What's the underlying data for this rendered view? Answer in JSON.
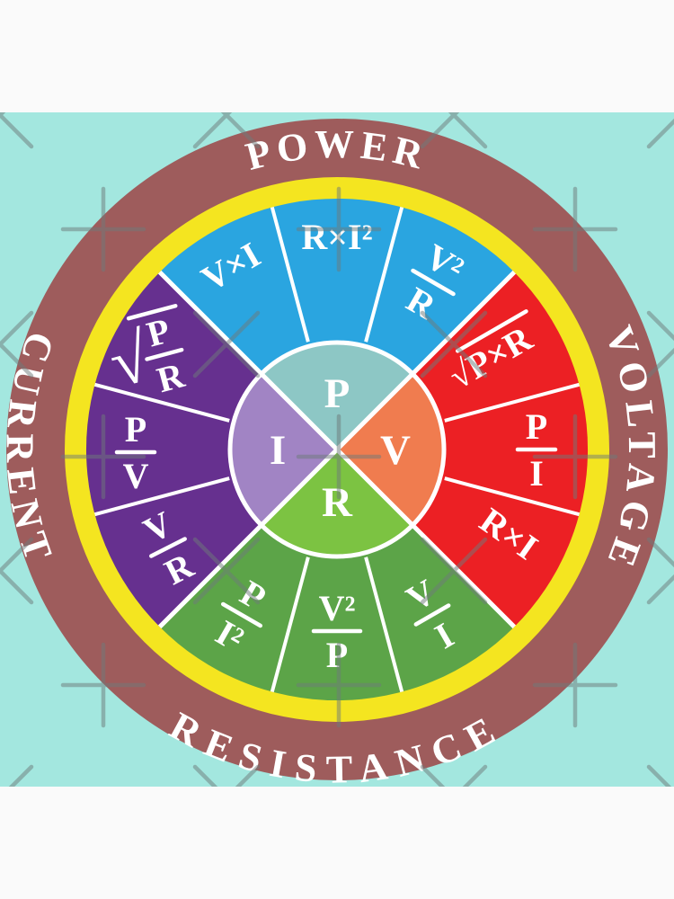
{
  "ring_labels": {
    "top": "POWER",
    "right": "VOLTAGE",
    "bottom": "RESISTANCE",
    "left": "CURRENT"
  },
  "center_letters": {
    "power": "P",
    "voltage": "V",
    "resistance": "R",
    "current": "I"
  },
  "formulas": {
    "power": {
      "left": "V×I",
      "middle": "R×I²",
      "right": {
        "num": "V²",
        "den": "R"
      }
    },
    "voltage": {
      "top": "√P×R",
      "middle": {
        "num": "P",
        "den": "I"
      },
      "bottom": "R×I"
    },
    "resistance": {
      "right": {
        "num": "V",
        "den": "I"
      },
      "middle": {
        "num": "V²",
        "den": "P"
      },
      "left": {
        "num": "P",
        "den": "I²"
      }
    },
    "current": {
      "top": {
        "sign": "√",
        "num": "P",
        "den": "R"
      },
      "middle": {
        "num": "P",
        "den": "V"
      },
      "bottom": {
        "num": "V",
        "den": "R"
      }
    }
  },
  "colors": {
    "page_band": "#fafafa",
    "background": "#a3e7df",
    "outer_ring": "#9e5c5c",
    "yellow_band": "#f4e520",
    "power_quadrant": "#2aa5e0",
    "voltage_quadrant": "#ec2024",
    "resistance_quadrant": "#5ca448",
    "current_quadrant": "#66308f",
    "center_power": "#8dc7c5",
    "center_voltage": "#f07c4f",
    "center_resistance": "#7cc342",
    "center_current": "#a184c4"
  }
}
